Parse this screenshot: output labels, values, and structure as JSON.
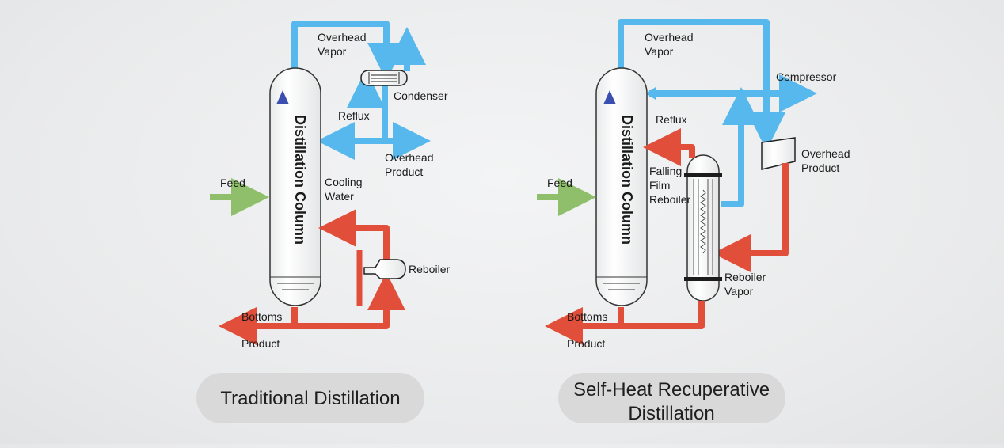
{
  "left": {
    "column_label": "Distillation Column",
    "overhead_vapor": [
      "Overhead",
      "Vapor"
    ],
    "condenser": "Condenser",
    "reflux": "Reflux",
    "overhead_product": [
      "Overhead",
      "Product"
    ],
    "feed": "Feed",
    "cooling_water": [
      "Cooling",
      "Water"
    ],
    "reboiler": "Reboiler",
    "bottoms_product": [
      "Bottoms",
      "Product"
    ],
    "caption": "Traditional Distillation"
  },
  "right": {
    "column_label": "Distillation Column",
    "overhead_vapor": [
      "Overhead",
      "Vapor"
    ],
    "compressor": "Compressor",
    "reflux": "Reflux",
    "overhead_product": [
      "Overhead",
      "Product"
    ],
    "feed": "Feed",
    "falling_film_reboiler": [
      "Falling",
      "Film",
      "Reboiler"
    ],
    "reboiler_vapor": [
      "Reboiler",
      "Vapor"
    ],
    "bottoms_product": [
      "Bottoms",
      "Product"
    ],
    "caption": [
      "Self-Heat Recuperative",
      "Distillation"
    ]
  },
  "colors": {
    "vapor_stream": "#56b8ec",
    "liquid_stream": "#e14e3a",
    "feed_stream": "#8fbf6a",
    "caption_pill": "#d9d9da"
  }
}
